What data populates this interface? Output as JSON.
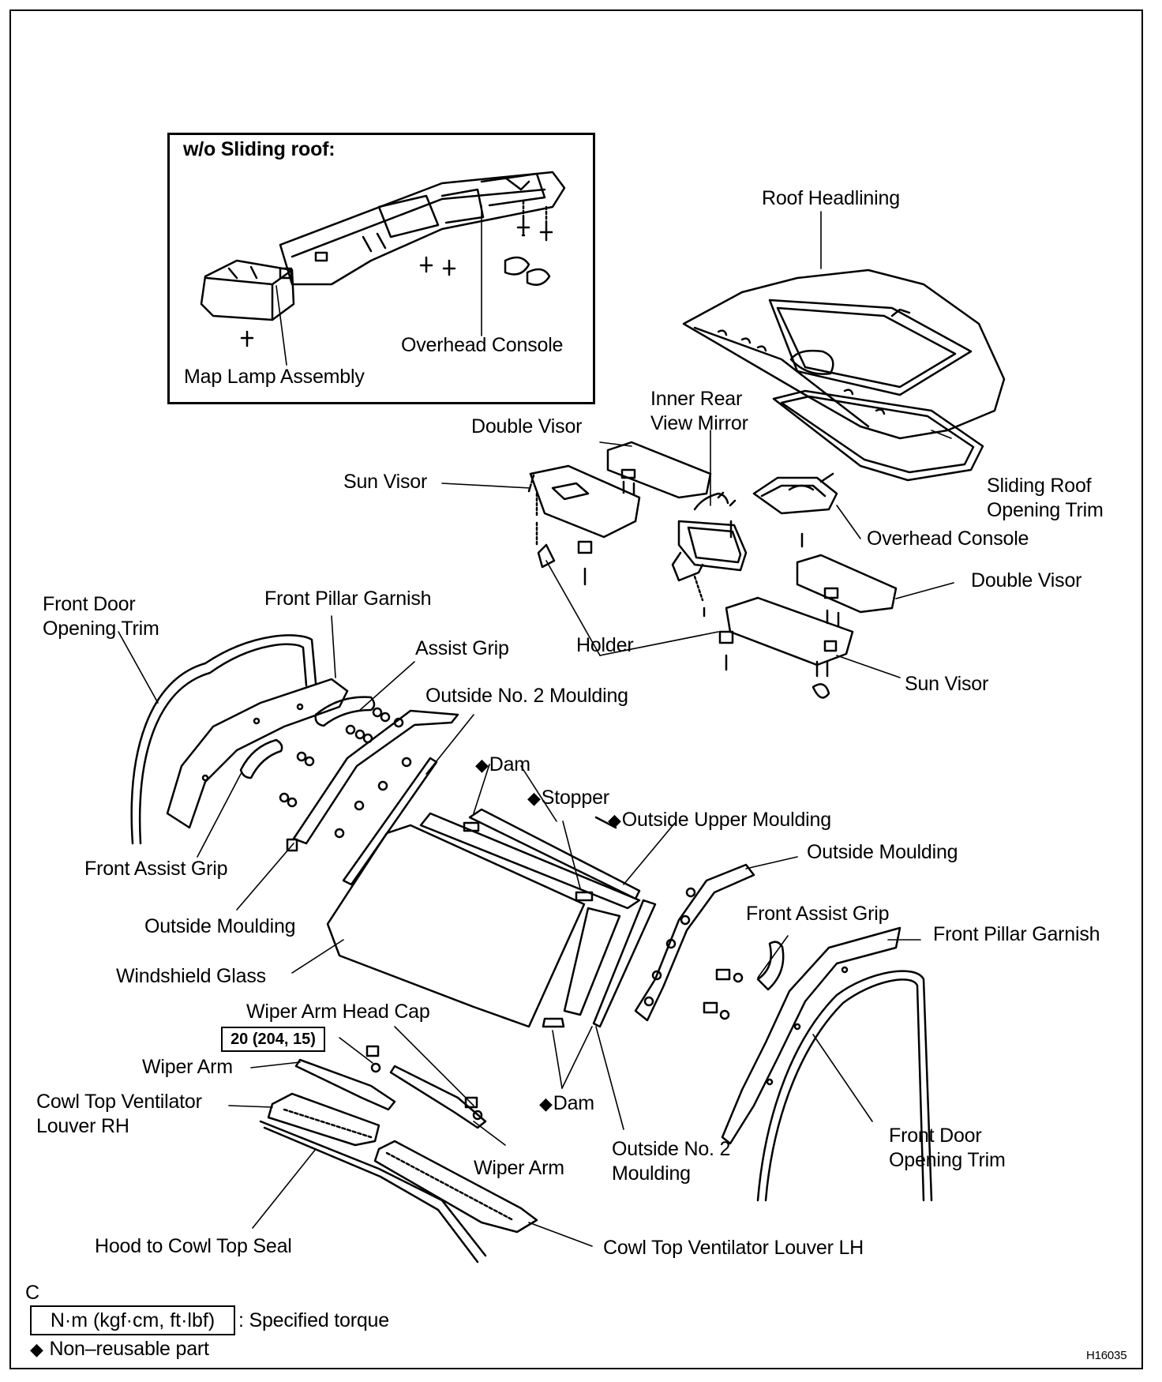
{
  "inset": {
    "title": "w/o Sliding roof:",
    "labels": {
      "overhead_console": "Overhead Console",
      "map_lamp": "Map Lamp Assembly"
    }
  },
  "labels": {
    "roof_headlining": "Roof Headlining",
    "inner_rear_view_mirror_1": "Inner Rear",
    "inner_rear_view_mirror_2": "View Mirror",
    "double_visor_top": "Double Visor",
    "sun_visor_top": "Sun Visor",
    "sliding_roof_trim_1": "Sliding Roof",
    "sliding_roof_trim_2": "Opening Trim",
    "overhead_console": "Overhead Console",
    "double_visor_right": "Double Visor",
    "front_door_trim_left_1": "Front Door",
    "front_door_trim_left_2": "Opening Trim",
    "front_pillar_garnish_left": "Front Pillar Garnish",
    "assist_grip": "Assist Grip",
    "holder": "Holder",
    "sun_visor_right": "Sun Visor",
    "outside_no2_moulding_top": "Outside No. 2 Moulding",
    "dam_top": "Dam",
    "stopper": "Stopper",
    "outside_upper_moulding": "Outside Upper Moulding",
    "outside_moulding_right": "Outside Moulding",
    "front_assist_grip_left": "Front Assist Grip",
    "front_assist_grip_right": "Front Assist Grip",
    "front_pillar_garnish_right": "Front Pillar Garnish",
    "outside_moulding_left": "Outside Moulding",
    "windshield_glass": "Windshield Glass",
    "wiper_arm_head_cap": "Wiper Arm Head Cap",
    "wiper_arm_left": "Wiper Arm",
    "cowl_louver_rh_1": "Cowl Top Ventilator",
    "cowl_louver_rh_2": "Louver RH",
    "dam_bottom": "Dam",
    "wiper_arm_bottom": "Wiper Arm",
    "outside_no2_moulding_bottom_1": "Outside No. 2",
    "outside_no2_moulding_bottom_2": "Moulding",
    "front_door_trim_right_1": "Front Door",
    "front_door_trim_right_2": "Opening Trim",
    "hood_to_cowl_seal": "Hood to Cowl Top Seal",
    "cowl_louver_lh": "Cowl Top Ventilator Louver LH"
  },
  "torque": "20 (204, 15)",
  "legend": {
    "section": "C",
    "torque_units": "N·m (kgf·cm, ft·lbf)",
    "torque_desc": ": Specified torque",
    "nonreusable_symbol": "◆",
    "nonreusable_desc": "Non–reusable part"
  },
  "figure_id": "H16035"
}
